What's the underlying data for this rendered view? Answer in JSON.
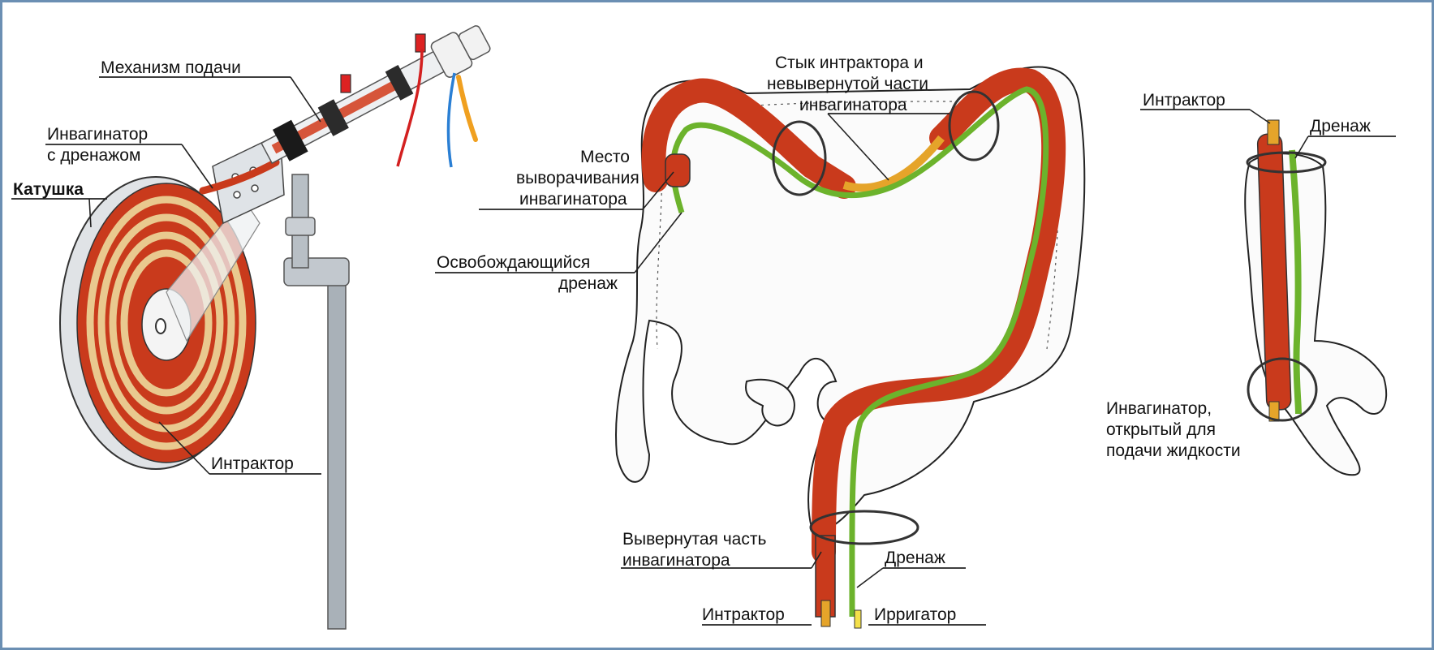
{
  "colors": {
    "frame": "#6b8fb3",
    "invaginator": "#c93a1c",
    "intractor": "#e5a42a",
    "drain": "#6cb32c",
    "reel_tape": "#e9c98f",
    "stand": "#a9b1b8",
    "line_blue": "#2a7fd4",
    "line_orange": "#f0a020"
  },
  "left_panel": {
    "feed_mechanism": "Механизм подачи",
    "invaginator_line1": "Инвагинатор",
    "invaginator_line2": "с дренажом",
    "reel": "Катушка",
    "intractor": "Интрактор"
  },
  "middle_panel": {
    "junction_line1": "Стык интрактора и",
    "junction_line2": "невывернутой части",
    "junction_line3": "инвагинатора",
    "eversion_line1": "Место",
    "eversion_line2": "выворачивания",
    "eversion_line3": "инвагинатора",
    "release_line1": "Освобождающийся",
    "release_line2": "дренаж",
    "everted_line1": "Вывернутая часть",
    "everted_line2": "инвагинатора",
    "drain": "Дренаж",
    "intractor": "Интрактор",
    "irrigator": "Ирригатор"
  },
  "right_panel": {
    "intractor": "Интрактор",
    "drain": "Дренаж",
    "open_line1": "Инвагинатор,",
    "open_line2": "открытый для",
    "open_line3": "подачи жидкости"
  }
}
